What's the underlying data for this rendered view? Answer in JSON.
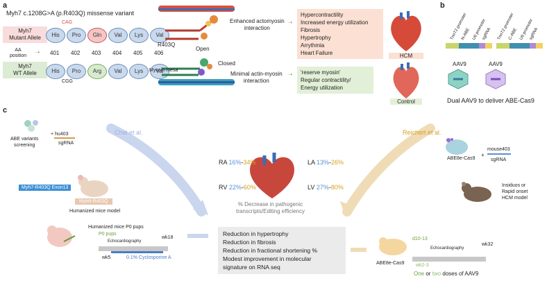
{
  "panel_a": {
    "label": "a",
    "variant_title": "Myh7 c.1208G>A (p.R403Q) missense variant",
    "mutant_label": "Myh7\nMutant Allele",
    "wt_label": "Myh7\nWT Allele",
    "aa_position_label": "AA\nposition",
    "positions": [
      "401",
      "402",
      "403",
      "404",
      "405",
      "406"
    ],
    "mutant_residues": [
      "His",
      "Pro",
      "Gln",
      "Val",
      "Lys",
      "Val"
    ],
    "wt_residues": [
      "His",
      "Pro",
      "Arg",
      "Val",
      "Lys",
      "Val"
    ],
    "mutant_codon": "CAG",
    "wt_codon": "CGG",
    "open_label": "Open",
    "closed_label": "Closed",
    "r403q_label": "R403Q",
    "mesa_label": "Myosin mesa",
    "enhanced_label": "Enhanced actomyosin\ninteraction",
    "minimal_label": "Minimal actin-myosin\ninteraction",
    "hcm_effects": [
      "Hypercontractility",
      "Increased energy utilization",
      "Fibrosis",
      "Hypertrophy",
      "Arrythmia",
      "Heart Failure"
    ],
    "control_effects": [
      "'reserve myosin'",
      "Regular contractility/",
      "Energy utilization"
    ],
    "hcm_label": "HCM",
    "control_label": "Control"
  },
  "panel_b": {
    "label": "b",
    "construct_labels": [
      "TnnT2 promoter",
      "N-ABE",
      "U6 promoter",
      "sgRNA",
      "TnnT2 promoter",
      "C-ABE",
      "U6 promoter",
      "sgRNA"
    ],
    "aav_label": "AAV9",
    "caption": "Dual AAV9 to deliver ABE-Cas9"
  },
  "panel_c": {
    "label": "c",
    "chai": "Chai et al.",
    "reichert": "Reichert et al.",
    "abe_screening": "ABE variants\nscreening",
    "hu403": "+ hu403",
    "sgrna": "sgRNA",
    "exon13": "Myh7-R403Q Exon13",
    "myh6": "Myh6-R403Q",
    "humanized_model": "Humanized mice model",
    "p0_title": "Humanized mice P0 pups",
    "p0_pups": "P0 pups",
    "echo": "Echocardiography",
    "wk18": "wk18",
    "wk5": "wk5",
    "cyclosporine": "0.1% Cyclosporine A",
    "chambers": {
      "ra": {
        "name": "RA",
        "low": "16%",
        "high": "34%"
      },
      "la": {
        "name": "LA",
        "low": "13%",
        "high": "26%"
      },
      "rv": {
        "name": "RV",
        "low": "22%",
        "high": "60%"
      },
      "lv": {
        "name": "LV",
        "low": "27%",
        "high": "80%"
      }
    },
    "pct_caption": "% Decrease in pathogenic\ntranscripts/Editing efficiency",
    "outcomes": [
      "Reduction in hypertrophy",
      "Reduction in fibrosis",
      "Reduction in fractional shortening %",
      "Modest improvement in molecular",
      "signature on RNA seq"
    ],
    "abe8e": "ABE8e-Cas9",
    "mouse403": "mouse403",
    "plus": "+",
    "model_desc": "Insiduos or\nRapid onset\nHCM model",
    "d10": "d10-13",
    "wk2": "wk2-3",
    "wk32": "wk32",
    "doses_one": "One",
    "doses_or": "or",
    "doses_two": "two",
    "doses_rest": "doses of AAV9"
  },
  "colors": {
    "blue": "#5b8fd6",
    "gold": "#d4a21f",
    "green": "#6aa03c",
    "red": "#d04848"
  }
}
